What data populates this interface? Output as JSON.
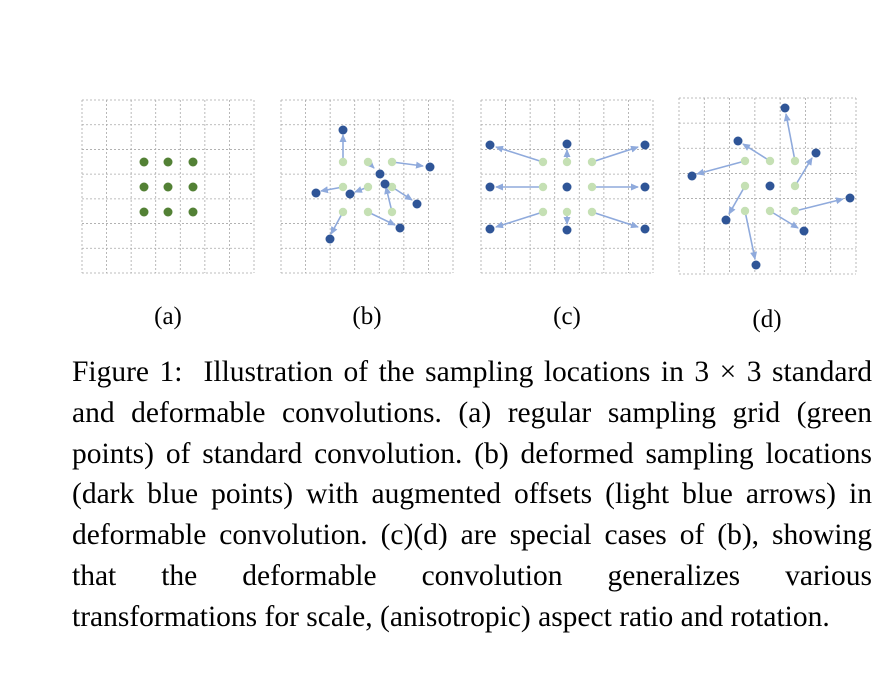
{
  "figure": {
    "colors": {
      "grid": "#a8a8a8",
      "regular_point": "#538135",
      "faded_point": "#c5e0b4",
      "deformed_point": "#2f5597",
      "offset_arrow": "#8faadc"
    },
    "panels": [
      {
        "label": "(a)",
        "type": "regular",
        "sampling": [
          "3x3 regular sampling grid"
        ]
      },
      {
        "label": "(b)",
        "type": "deformed",
        "sampling": [
          "random offsets"
        ]
      },
      {
        "label": "(c)",
        "type": "deformed",
        "sampling": [
          "scale"
        ]
      },
      {
        "label": "(d)",
        "type": "deformed",
        "sampling": [
          "rotation"
        ]
      }
    ]
  },
  "caption": {
    "figure_label": "Figure 1:",
    "text": "Illustration of the sampling locations in 3 × 3 standard and deformable convolutions. (a) regular sampling grid (green points) of standard convolution. (b) deformed sampling locations (dark blue points) with augmented offsets (light blue arrows) in deformable convolution. (c)(d) are special cases of (b), showing that the deformable convolution generalizes various transformations for scale, (anisotropic) aspect ratio and rotation."
  }
}
